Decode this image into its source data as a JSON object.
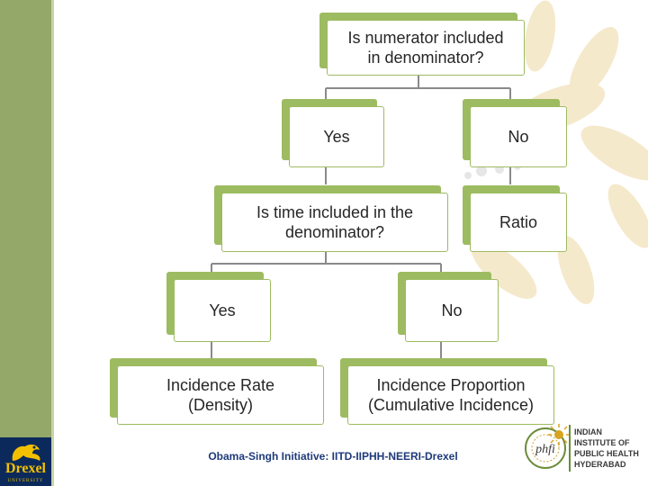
{
  "diagram": {
    "nodes": {
      "root": "Is numerator included\nin denominator?",
      "yes1": "Yes",
      "no1": "No",
      "time_q": "Is time included in the\ndenominator?",
      "ratio": "Ratio",
      "yes2": "Yes",
      "no2": "No",
      "rate": "Incidence Rate\n(Density)",
      "proportion": "Incidence Proportion\n(Cumulative Incidence)"
    },
    "colors": {
      "accent_green": "#9dbb61",
      "sidebar": "#94a86a",
      "connector": "#8a8a8a"
    }
  },
  "footer": {
    "text": "Obama-Singh Initiative: IITD-IIPHH-NEERI-Drexel"
  },
  "logos": {
    "drexel_word": "Drexel",
    "drexel_sub": "UNIVERSITY",
    "iiphh_lines": [
      "INDIAN",
      "INSTITUTE OF",
      "PUBLIC HEALTH",
      "HYDERABAD"
    ],
    "phfi_icon": "phfi-emblem-icon",
    "drexel_icon": "dragon-icon"
  }
}
